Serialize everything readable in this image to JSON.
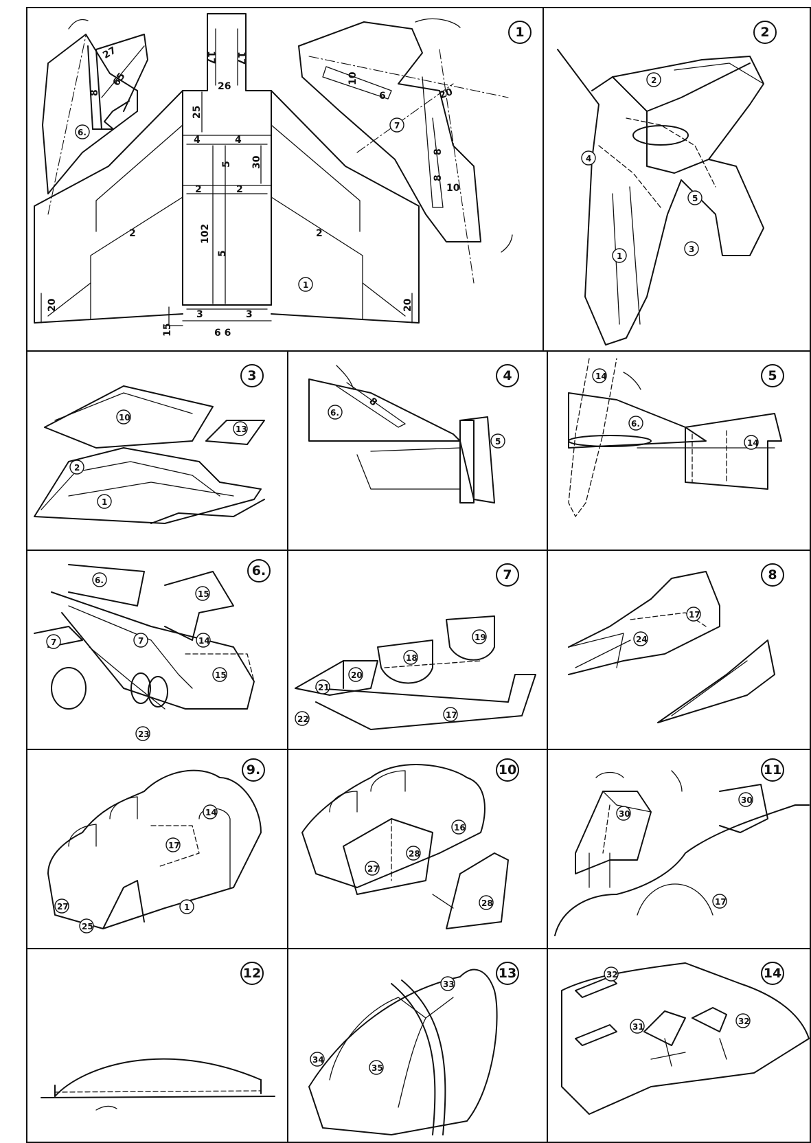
{
  "steps": [
    {
      "label": "1"
    },
    {
      "label": "2"
    },
    {
      "label": "3"
    },
    {
      "label": "4"
    },
    {
      "label": "5"
    },
    {
      "label": "6."
    },
    {
      "label": "7"
    },
    {
      "label": "8"
    },
    {
      "label": "9."
    },
    {
      "label": "10"
    },
    {
      "label": "11"
    },
    {
      "label": "12"
    },
    {
      "label": "13"
    },
    {
      "label": "14"
    }
  ],
  "step1": {
    "dims": {
      "d17a": "17",
      "d17b": "17",
      "d26": "26",
      "d25": "25",
      "d4a": "4",
      "d4b": "4",
      "d30": "30",
      "d5a": "5",
      "d2a": "2",
      "d2b": "2",
      "d102": "102",
      "d5b": "5",
      "d3a": "3",
      "d3b": "3",
      "d15": "15",
      "d20a": "20",
      "d20b": "20",
      "d2c": "2",
      "d2d": "2",
      "d27": "27",
      "d8a": "8",
      "d65": "65",
      "d10a": "10",
      "d6": "6",
      "d20c": "20",
      "d8b": "8",
      "d8c": "8",
      "d10b": "10",
      "d66": "6 6"
    },
    "parts": {
      "p1": "1",
      "p6": "6.",
      "p7": "7"
    }
  },
  "step2": {
    "parts": {
      "p2": "2",
      "p4": "4",
      "p5": "5",
      "p3": "3",
      "p1": "1"
    }
  },
  "step3": {
    "parts": {
      "p10": "10",
      "p13": "13",
      "p2": "2",
      "p1": "1"
    }
  },
  "step4": {
    "parts": {
      "p6": "6.",
      "p5": "5",
      "d8": "8"
    }
  },
  "step5": {
    "parts": {
      "p14": "14",
      "p6": "6."
    }
  },
  "step6": {
    "parts": {
      "p6": "6.",
      "p15a": "15",
      "p7a": "7",
      "p7b": "7",
      "p14": "14",
      "p15b": "15",
      "p23": "23"
    }
  },
  "step7": {
    "parts": {
      "p18": "18",
      "p19": "19",
      "p20": "20",
      "p21": "21",
      "p22": "22",
      "p17": "17"
    }
  },
  "step8": {
    "parts": {
      "p17": "17",
      "p24": "24"
    }
  },
  "step9": {
    "parts": {
      "p14": "14",
      "p17": "17",
      "p27": "27",
      "p25": "25",
      "p1": "1"
    }
  },
  "step10": {
    "parts": {
      "p16": "16",
      "p28a": "28",
      "p27": "27",
      "p28b": "28"
    }
  },
  "step11": {
    "parts": {
      "p30a": "30",
      "p30b": "30",
      "p17": "17"
    }
  },
  "step13": {
    "parts": {
      "p33": "33",
      "p34": "34",
      "p35": "35"
    }
  },
  "step14": {
    "parts": {
      "p32a": "32",
      "p31": "31",
      "p32b": "32"
    }
  }
}
